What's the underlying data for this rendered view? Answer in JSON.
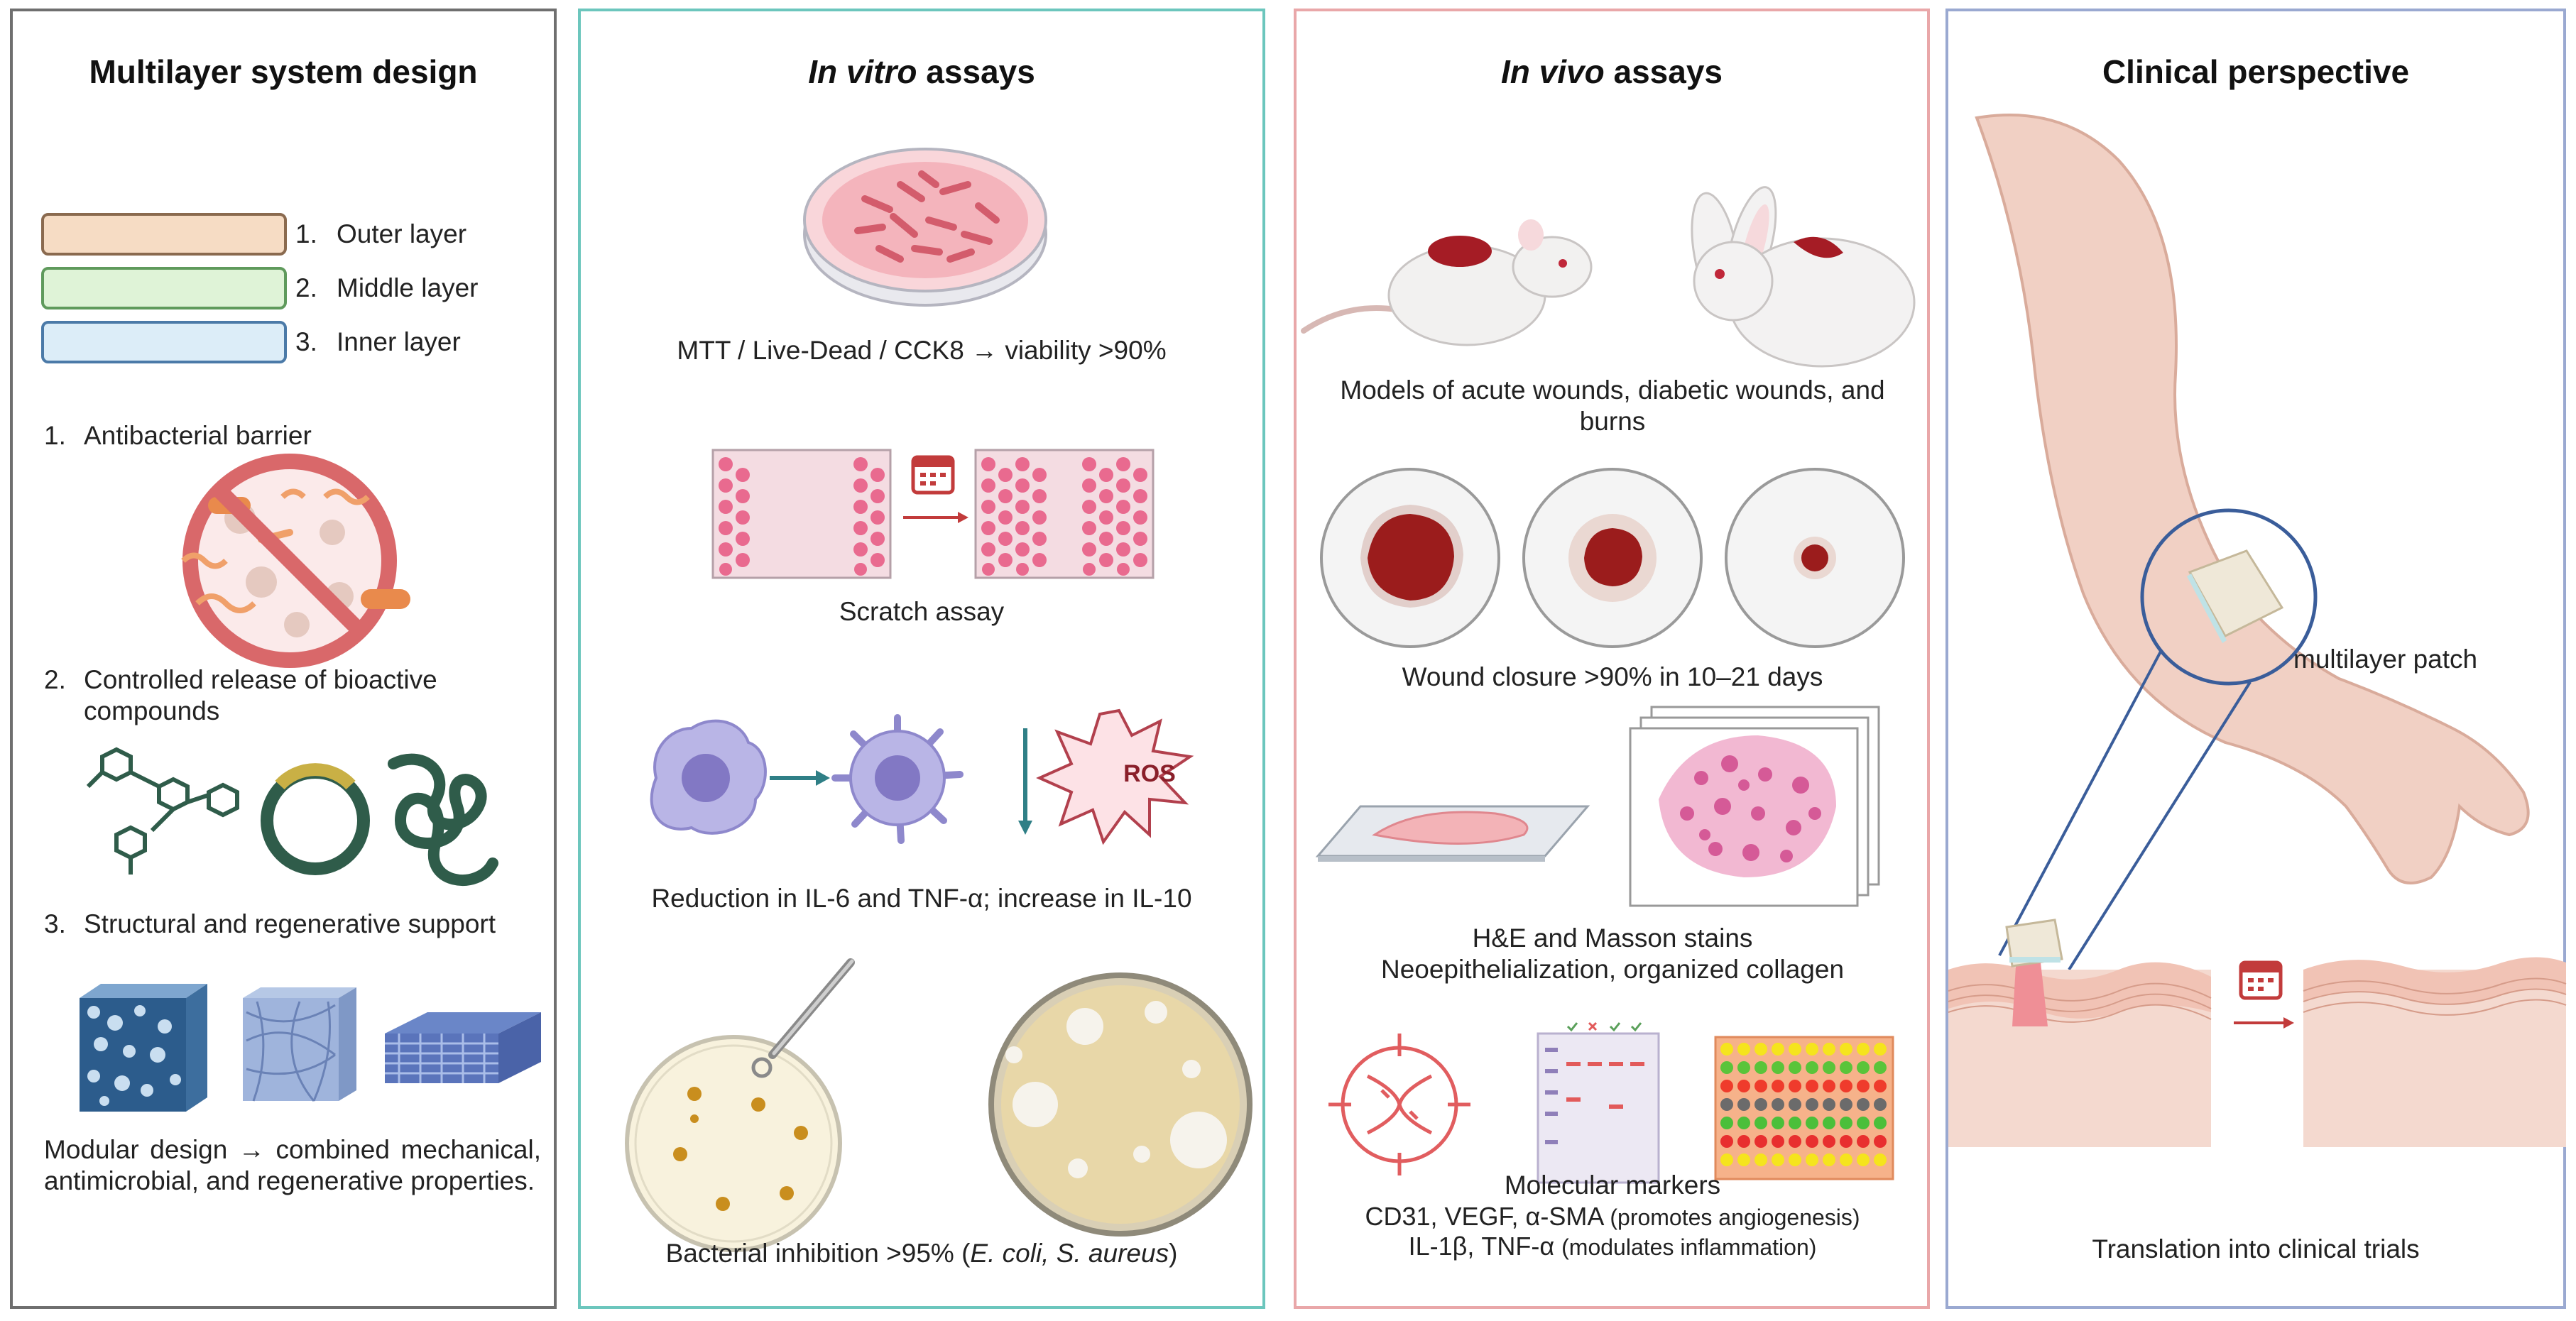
{
  "panels": {
    "design": {
      "title": "Multilayer system design",
      "layers": [
        {
          "num": "1.",
          "label": "Outer layer",
          "color": "#f6dcc4"
        },
        {
          "num": "2.",
          "label": "Middle layer",
          "color": "#dff3d7"
        },
        {
          "num": "3.",
          "label": "Inner layer",
          "color": "#dcedf8"
        }
      ],
      "functions": [
        {
          "num": "1.",
          "label": "Antibacterial barrier"
        },
        {
          "num": "2.",
          "label": "Controlled release of bioactive compounds"
        },
        {
          "num": "3.",
          "label": "Structural and regenerative support"
        }
      ],
      "summary": "Modular design → combined mechanical, antimicrobial, and regenerative properties."
    },
    "invitro": {
      "title_italic": "In vitro",
      "title_rest": " assays",
      "viability": "MTT / Live-Dead / CCK8 → viability >90%",
      "scratch": "Scratch assay",
      "ros_label": "ROS",
      "cytokines": "Reduction in IL-6 and TNF-α; increase in IL-10",
      "bacterial_prefix": "Bacterial inhibition >95% (",
      "bacterial_species": "E. coli, S. aureus",
      "bacterial_suffix": ")"
    },
    "invivo": {
      "title_italic": "In vivo",
      "title_rest": " assays",
      "models": "Models of acute wounds, diabetic wounds, and burns",
      "closure": "Wound closure >90% in 10–21 days",
      "stains_line1": "H&E and Masson stains",
      "stains_line2": "Neoepithelialization, organized collagen",
      "markers_title": "Molecular markers",
      "markers_line1_main": "CD31, VEGF, α-SMA ",
      "markers_line1_note": "(promotes angiogenesis)",
      "markers_line2_main": "IL-1β, TNF-α ",
      "markers_line2_note": "(modulates inflammation)"
    },
    "clinical": {
      "title": "Clinical perspective",
      "patch_label": "multilayer patch",
      "translation": "Translation into clinical trials"
    }
  },
  "colors": {
    "panel1_border": "#6f6f6f",
    "panel2_border": "#6cc6bd",
    "panel3_border": "#e9a7a9",
    "panel4_border": "#9aa9d1",
    "arrow_red": "#c23b3b",
    "teal_arrow": "#2f7f86",
    "wound": "#9b1c1c",
    "skin": "#f1d0c4"
  }
}
